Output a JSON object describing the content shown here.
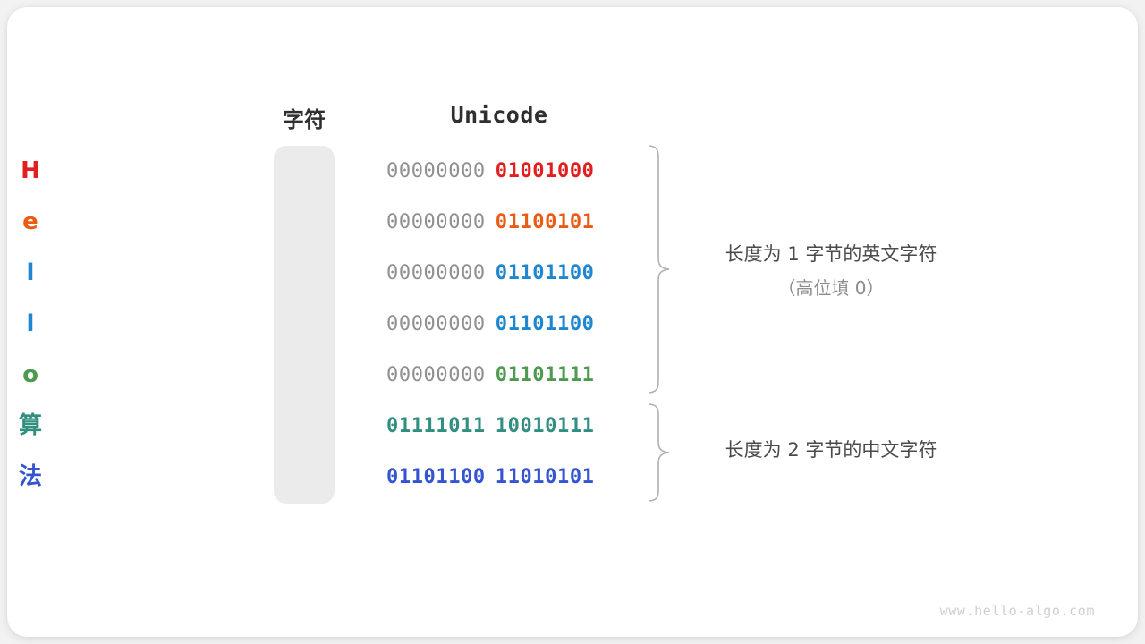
{
  "page": {
    "background_color": "#f2f2f2",
    "card_color": "#ffffff"
  },
  "headers": {
    "char": "字符",
    "unicode": "Unicode"
  },
  "palette": {
    "gray_high_bits": "#909090",
    "red": "#E02020",
    "orange": "#EC5B13",
    "blue": "#1F87D0",
    "green": "#4E9A4E",
    "teal": "#318F80",
    "indigo": "#3454D1",
    "panel_gray": "#ebebeb",
    "brace_gray": "#b0b0b0",
    "annotation_gray": "#4a4a4a",
    "annotation_sub_gray": "#8c8c8c",
    "watermark_gray": "#cfcfcf"
  },
  "rows": [
    {
      "char": "H",
      "color": "#E02020",
      "high": "00000000",
      "low": "01001000",
      "high_bold": false
    },
    {
      "char": "e",
      "color": "#EC5B13",
      "high": "00000000",
      "low": "01100101",
      "high_bold": false
    },
    {
      "char": "l",
      "color": "#1F87D0",
      "high": "00000000",
      "low": "01101100",
      "high_bold": false
    },
    {
      "char": "l",
      "color": "#1F87D0",
      "high": "00000000",
      "low": "01101100",
      "high_bold": false
    },
    {
      "char": "o",
      "color": "#4E9A4E",
      "high": "00000000",
      "low": "01101111",
      "high_bold": false
    },
    {
      "char": "算",
      "color": "#318F80",
      "high": "01111011",
      "low": "10010111",
      "high_bold": true
    },
    {
      "char": "法",
      "color": "#3454D1",
      "high": "01101100",
      "low": "11010101",
      "high_bold": true
    }
  ],
  "annotations": {
    "one_byte": {
      "line1": "长度为 1 字节的英文字符",
      "line2": "（高位填 0）"
    },
    "two_byte": {
      "line1": "长度为 2 字节的中文字符",
      "line2": ""
    }
  },
  "watermark": "www.hello-algo.com"
}
